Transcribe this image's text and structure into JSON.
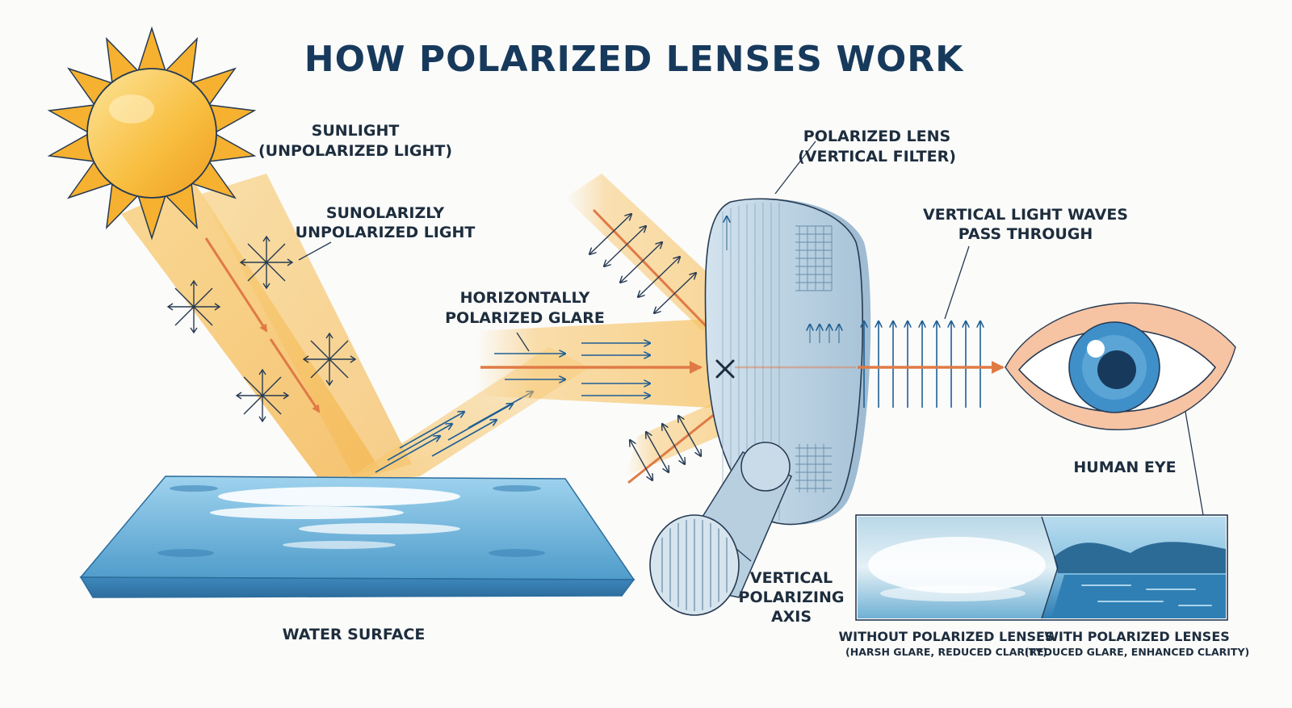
{
  "title": "HOW POLARIZED LENSES WORK",
  "labels": {
    "sunlight_1": "SUNLIGHT",
    "sunlight_2": "(UNPOLARIZED LIGHT)",
    "reflected_1": "SUNOLARIZLY",
    "reflected_2": "UNPOLARIZED LIGHT",
    "glare_1": "HORIZONTALLY",
    "glare_2": "POLARIZED GLARE",
    "lens_1": "POLARIZED LENS",
    "lens_2": "(VERTICAL FILTER)",
    "waves_1": "VERTICAL LIGHT WAVES",
    "waves_2": "PASS THROUGH",
    "eye": "HUMAN EYE",
    "axis_1": "VERTICAL",
    "axis_2": "POLARIZING",
    "axis_3": "AXIS",
    "water": "WATER SURFACE",
    "without_1": "WITHOUT POLARIZED LENSES",
    "without_2": "(HARSH GLARE, REDUCED CLARITY)",
    "with_1": "WITH POLARIZED LENSES",
    "with_2": "(REDUCED GLARE, ENHANCED CLARITY)"
  },
  "colors": {
    "title": "#173a5c",
    "sun": "#f5b12f",
    "beam": "#f7c468",
    "ray_arrow": "#e07a45",
    "wave_arrow": "#1f5f95",
    "water": "#5aaad6",
    "lens": "#c9dbe8",
    "eye_iris": "#3f8fc9"
  }
}
